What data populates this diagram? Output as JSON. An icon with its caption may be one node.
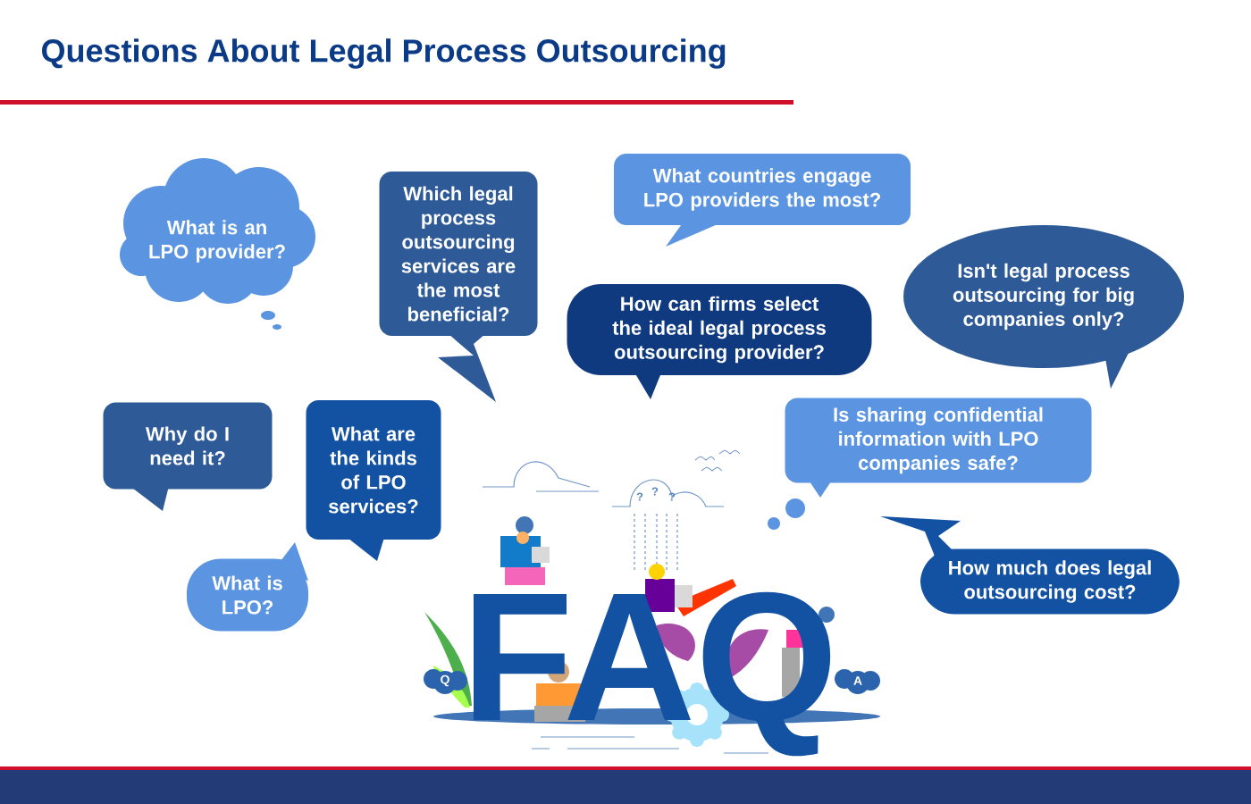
{
  "diagram": {
    "title": "Questions About Legal Process Outsourcing",
    "nodes": [
      {
        "text": [
          "What is an LPO provider?"
        ]
      },
      {
        "text": [
          "Which legal process outsourcing services are the most beneficial?"
        ]
      },
      {
        "text": [
          "What countries engage LPO providers the most?"
        ]
      },
      {
        "text": [
          "How can firms select the ideal legal process outsourcing provider?"
        ]
      },
      {
        "text": [
          "Isn't legal process outsourcing for big companies only?"
        ]
      },
      {
        "text": [
          "Is sharing confidential information with LPO companies safe?"
        ]
      },
      {
        "text": [
          "Why do I need it?"
        ]
      },
      {
        "text": [
          "What are the kinds of LPO services?"
        ]
      },
      {
        "text": [
          "What is LPO?"
        ]
      },
      {
        "text": [
          "How much does legal outsourcing cost?"
        ]
      }
    ],
    "labels": [
      "FAQ",
      "Q",
      "A",
      "?",
      "?",
      "?"
    ]
  }
}
